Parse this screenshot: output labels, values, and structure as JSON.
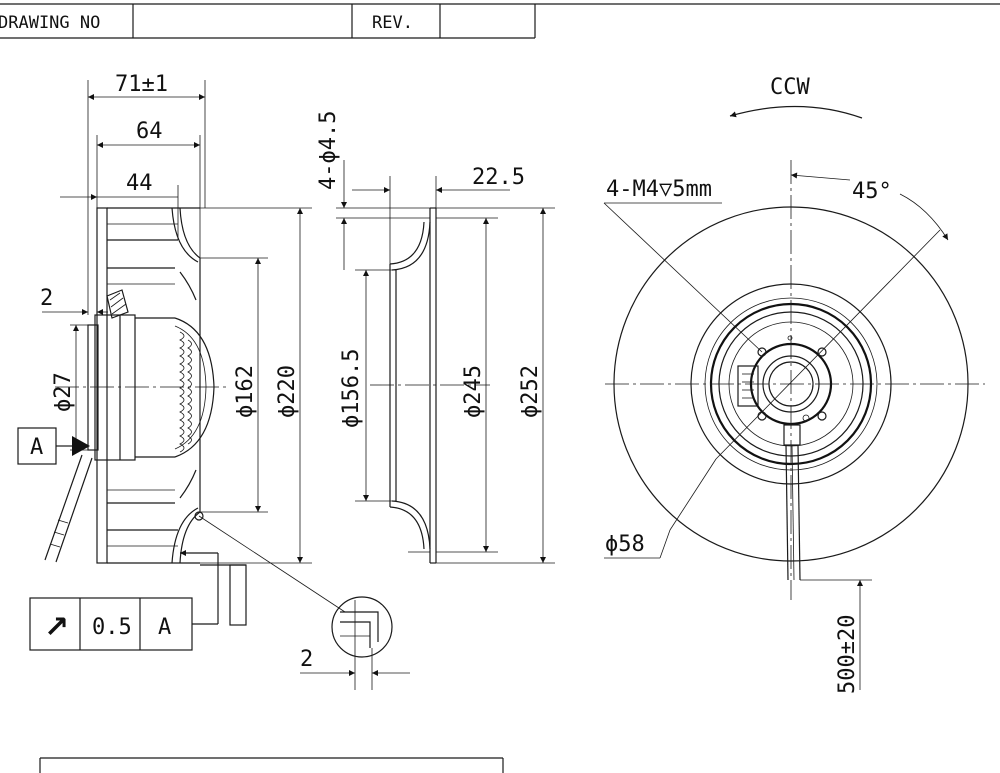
{
  "title_block": {
    "drawing_no_label": "DRAWING NO",
    "drawing_no_value": "",
    "rev_label": "REV.",
    "rev_value": ""
  },
  "side_view": {
    "overall_width": "71±1",
    "width_64": "64",
    "width_44": "44",
    "offset_2": "2",
    "dia_27": "ϕ27",
    "dia_162": "ϕ162",
    "dia_220": "ϕ220",
    "datum": "A"
  },
  "tolerance_frame": {
    "symbol": "↗",
    "value": "0.5",
    "datum": "A"
  },
  "detail": {
    "dim_2": "2"
  },
  "section_view": {
    "holes": "4-ϕ4.5",
    "depth": "22.5",
    "dia_156_5": "ϕ156.5",
    "dia_245": "ϕ245",
    "dia_252": "ϕ252"
  },
  "front_view": {
    "rotation": "CCW",
    "thread": "4-M4▽5mm",
    "angle": "45°",
    "dia_58": "ϕ58",
    "cable_length": "500±20"
  }
}
